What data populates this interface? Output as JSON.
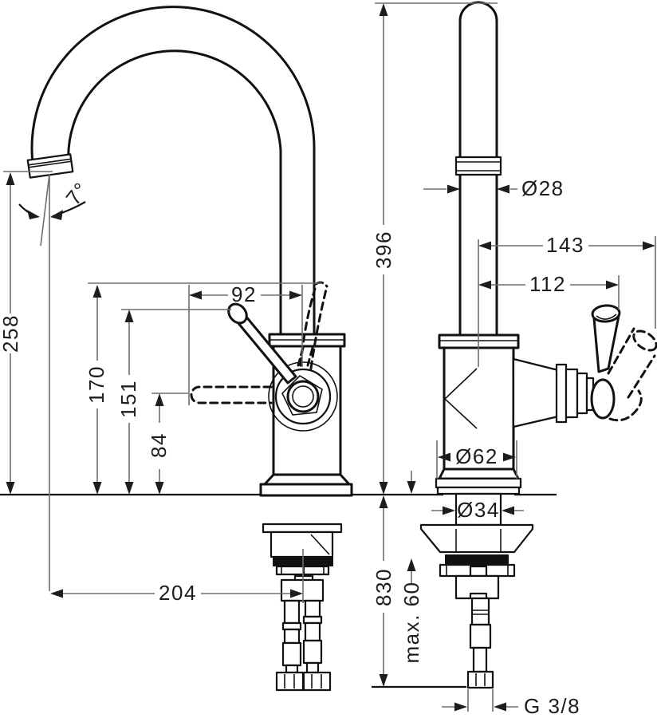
{
  "drawing": {
    "left_view": {
      "spout_angle": "7°",
      "spout_outlet_height": "258",
      "handle_max_height": "170",
      "handle_tip_height": "151",
      "handle_axis_height": "84",
      "handle_length": "92",
      "spout_reach": "204"
    },
    "right_view": {
      "total_height": "396",
      "spout_pipe_diameter": "Ø28",
      "handle_tilted_reach": "143",
      "handle_upright_reach": "112",
      "base_diameter": "Ø62",
      "shank_diameter": "Ø34",
      "hose_length": "830",
      "max_counter_thickness": "max. 60",
      "thread_size": "G 3/8"
    }
  }
}
